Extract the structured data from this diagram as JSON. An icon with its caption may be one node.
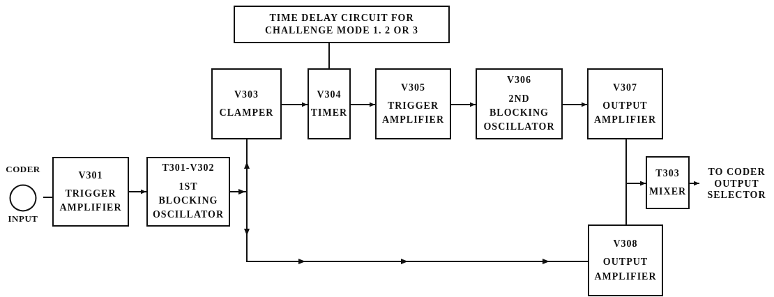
{
  "diagram": {
    "nodes": [
      {
        "text": [
          "CODER",
          "INPUT"
        ]
      },
      {
        "text": [
          "V301",
          "TRIGGER AMPLIFIER"
        ]
      },
      {
        "text": [
          "T301-V302",
          "1ST BLOCKING OSCILLATOR"
        ]
      },
      {
        "text": [
          "TIME DELAY CIRCUIT FOR CHALLENGE MODE 1. 2 OR 3"
        ]
      },
      {
        "text": [
          "V303",
          "CLAMPER"
        ]
      },
      {
        "text": [
          "V304",
          "TIMER"
        ]
      },
      {
        "text": [
          "V305",
          "TRIGGER AMPLIFIER"
        ]
      },
      {
        "text": [
          "V306",
          "2ND BLOCKING OSCILLATOR"
        ]
      },
      {
        "text": [
          "V307",
          "OUTPUT AMPLIFIER"
        ]
      },
      {
        "text": [
          "T303",
          "MIXER"
        ]
      },
      {
        "text": [
          "TO CODER OUTPUT SELECTOR"
        ]
      },
      {
        "text": [
          "V308",
          "OUTPUT AMPLIFIER"
        ]
      }
    ],
    "edges": [
      {
        "from": 0,
        "to": 1,
        "arrow": "none"
      },
      {
        "from": 1,
        "to": 2,
        "arrow": "to"
      },
      {
        "from": 2,
        "to": 4,
        "arrow": "to"
      },
      {
        "from": 2,
        "to": 11,
        "arrow": "to"
      },
      {
        "from": 3,
        "to": 5,
        "arrow": "none"
      },
      {
        "from": 4,
        "to": 5,
        "arrow": "to"
      },
      {
        "from": 5,
        "to": 6,
        "arrow": "to"
      },
      {
        "from": 6,
        "to": 7,
        "arrow": "to"
      },
      {
        "from": 7,
        "to": 8,
        "arrow": "to"
      },
      {
        "from": 8,
        "to": 9,
        "arrow": "to"
      },
      {
        "from": 11,
        "to": 9,
        "arrow": "to"
      },
      {
        "from": 9,
        "to": 10,
        "arrow": "to"
      }
    ]
  }
}
